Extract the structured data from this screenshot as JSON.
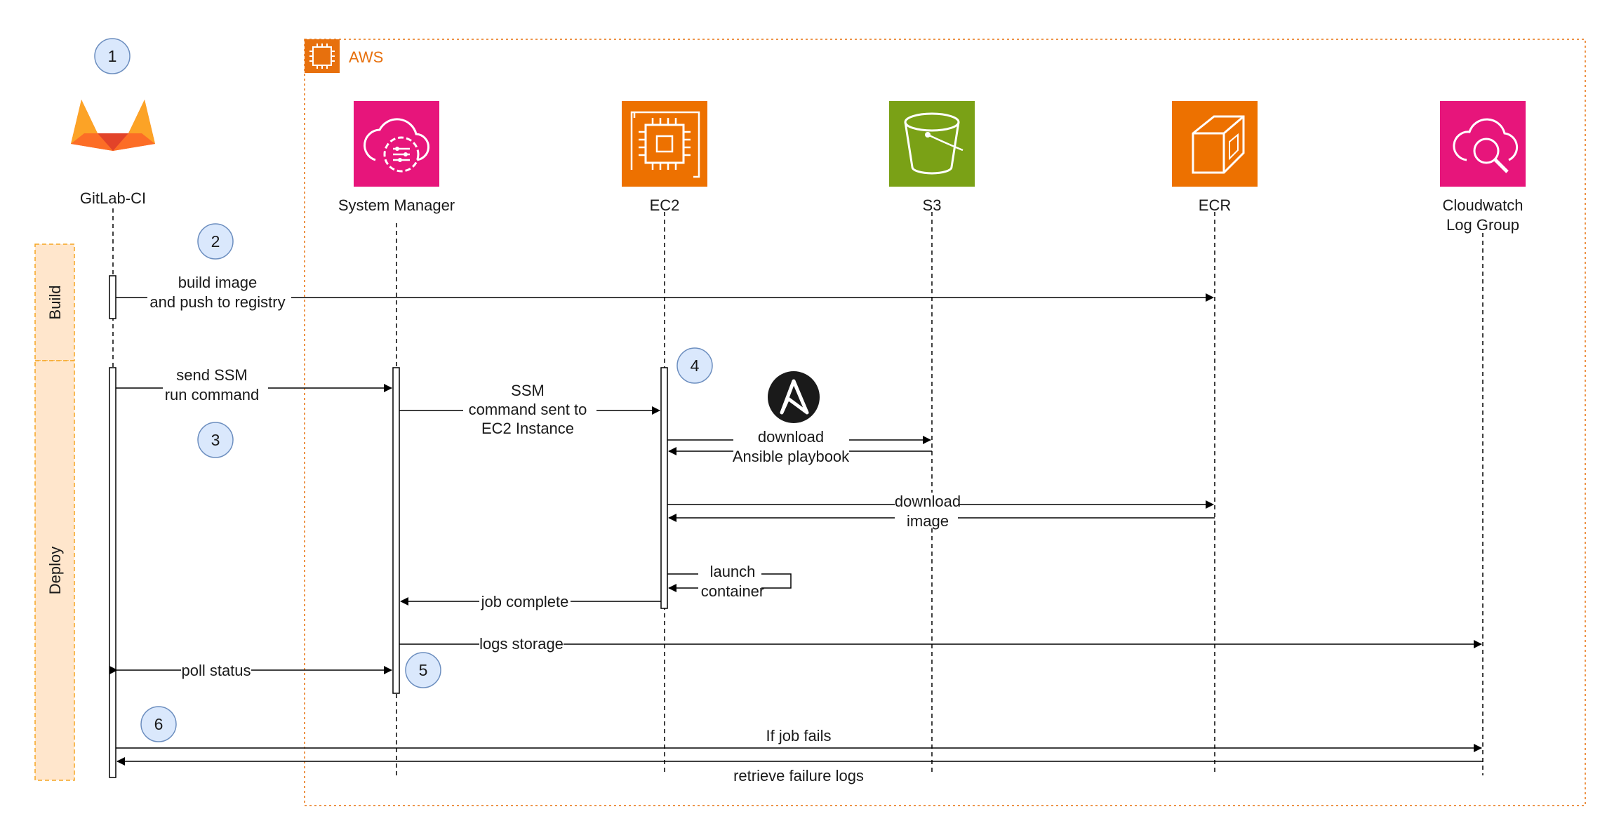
{
  "aws_group": {
    "label": "AWS"
  },
  "lanes": {
    "build": "Build",
    "deploy": "Deploy"
  },
  "actors": {
    "gitlab": "GitLab-CI",
    "ssm": "System Manager",
    "ec2": "EC2",
    "s3": "S3",
    "ecr": "ECR",
    "cloudwatch_line1": "Cloudwatch",
    "cloudwatch_line2": "Log Group"
  },
  "steps": [
    "1",
    "2",
    "3",
    "4",
    "5",
    "6"
  ],
  "messages": {
    "build_push_1": "build image",
    "build_push_2": "and push to registry",
    "send_ssm_1": "send SSM",
    "send_ssm_2": "run command",
    "ssm_to_ec2_1": "SSM",
    "ssm_to_ec2_2": "command sent to",
    "ssm_to_ec2_3": "EC2 Instance",
    "download_playbook_1": "download",
    "download_playbook_2": "Ansible playbook",
    "download_image_1": "download",
    "download_image_2": "image",
    "launch_1": "launch",
    "launch_2": "container",
    "job_complete": "job complete",
    "logs_storage": "logs storage",
    "poll_status": "poll status",
    "if_job_fails": "If job fails",
    "retrieve_logs": "retrieve failure logs"
  },
  "colors": {
    "aws_orange": "#e7700d",
    "ssm_pink": "#e7157b",
    "ec2_orange": "#ed7100",
    "s3_green": "#7aa116",
    "ecr_orange": "#ed7100",
    "cloudwatch_pink": "#e7157b",
    "lane_fill": "#ffe6cc",
    "lane_border": "#f5a623",
    "step_fill": "#dae8fc",
    "step_border": "#6c8ebf"
  }
}
